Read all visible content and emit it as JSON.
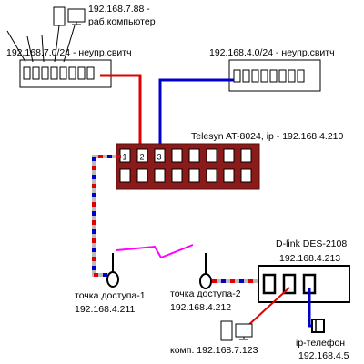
{
  "labels": {
    "work_pc": "192.168.7.88 -",
    "work_pc_role": "раб.компьютер",
    "switch_left": "192.168.7.0/24 - неупр.свитч",
    "switch_right": "192.168.4.0/24  - неупр.свитч",
    "core_switch": "Telesyn AT-8024, ip - 192.168.4.210",
    "dlink_model": "D-link DES-2108",
    "dlink_ip": "192.168.4.213",
    "ap1_name": "точка доступа-1",
    "ap1_ip": "192.168.4.211",
    "ap2_name": "точка доступа-2",
    "ap2_ip": "192.168.4.212",
    "comp": "комп. 192.168.7.123",
    "phone_name": "ip-телефон",
    "phone_ip": "192.168.4.5"
  },
  "core_ports": [
    "1",
    "2",
    "3"
  ],
  "colors": {
    "lan7_cable": "#e00000",
    "lan4_cable": "#0000cc",
    "core_switch_fill": "#8b1a1a",
    "wireless_link": "#ff00ff",
    "mixed_cable_grey": "#bbbbbb"
  }
}
